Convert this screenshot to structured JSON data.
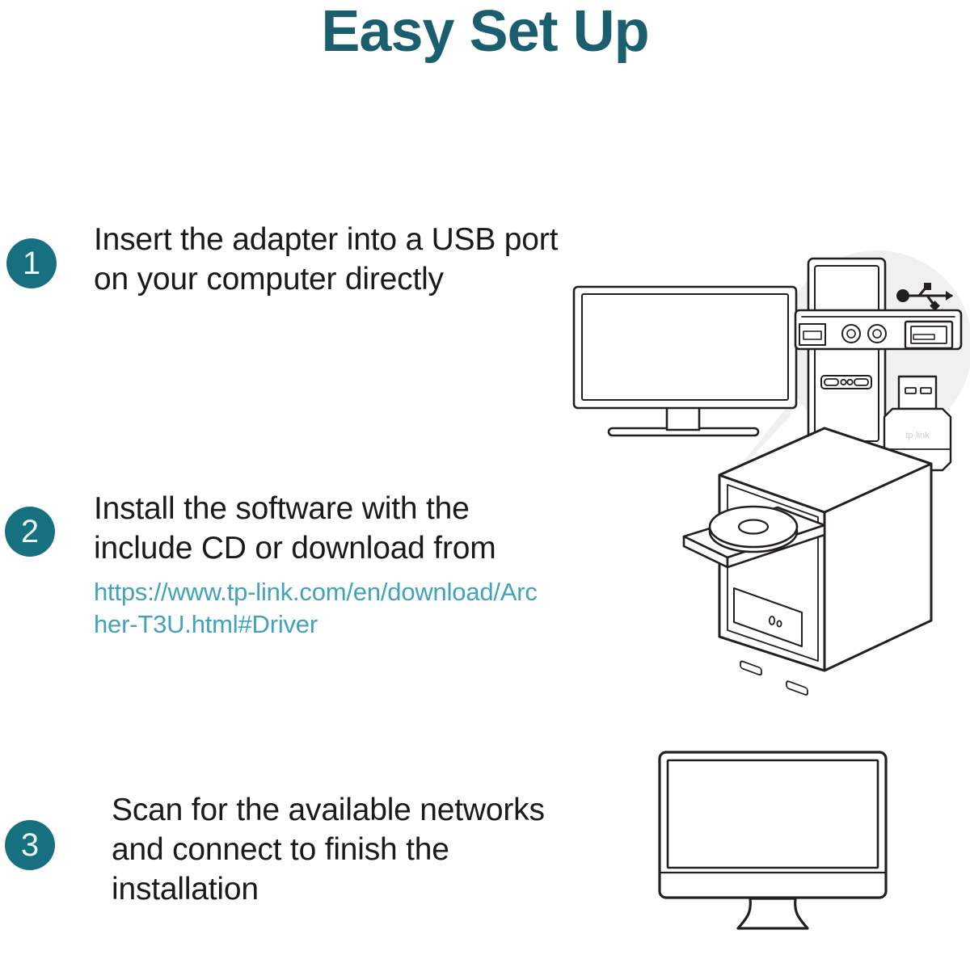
{
  "page": {
    "title": "Easy Set Up",
    "title_color": "#1b5e6e",
    "accent_color": "#16707f",
    "link_color": "#43a2bb",
    "text_color": "#1a1a1a",
    "background": "#ffffff"
  },
  "steps": [
    {
      "number": "1",
      "text": "Insert the adapter into a USB port on your computer directly",
      "illustration": "desktop-computer-with-usb-adapter-callout"
    },
    {
      "number": "2",
      "text": "Install the software with the include CD or download from",
      "link": "https://www.tp-link.com/en/download/Archer-T3U.html#Driver",
      "illustration": "pc-tower-with-open-cd-tray"
    },
    {
      "number": "3",
      "text": "Scan for the available networks and connect to finish the installation",
      "illustration": "desktop-monitor"
    }
  ],
  "illustration_labels": {
    "usb_symbol": "usb-trident-symbol",
    "adapter_brand": "tp-link",
    "monitor": "monitor",
    "tower": "pc-tower",
    "cd_disc": "cd-disc",
    "magnifier": "magnifier-callout"
  }
}
